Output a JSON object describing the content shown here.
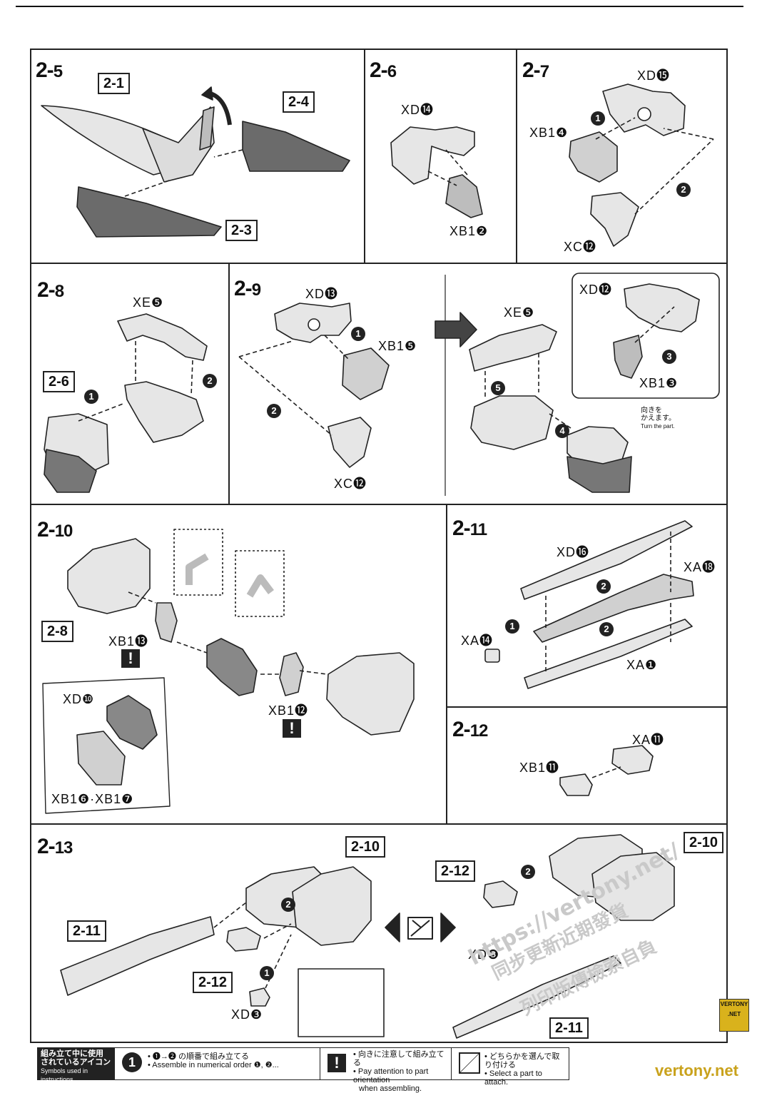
{
  "steps": {
    "s25": {
      "main": "2-",
      "num": "5"
    },
    "s26": {
      "main": "2-",
      "num": "6"
    },
    "s27": {
      "main": "2-",
      "num": "7"
    },
    "s28": {
      "main": "2-",
      "num": "8"
    },
    "s29": {
      "main": "2-",
      "num": "9"
    },
    "s210": {
      "main": "2-",
      "num": "10"
    },
    "s211": {
      "main": "2-",
      "num": "11"
    },
    "s212": {
      "main": "2-",
      "num": "12"
    },
    "s213": {
      "main": "2-",
      "num": "13"
    }
  },
  "refs": {
    "r21": "2-1",
    "r24": "2-4",
    "r23": "2-3",
    "r26": "2-6",
    "r28": "2-8",
    "r210a": "2-10",
    "r210b": "2-10",
    "r211a": "2-11",
    "r211b": "2-11",
    "r212a": "2-12",
    "r212b": "2-12"
  },
  "parts": {
    "p26a": "XD⓮",
    "p26b": "XB1❷",
    "p27a": "XD⓯",
    "p27b": "XB1❹",
    "p27c": "XC⓬",
    "p28a": "XE❺",
    "p29a": "XD⓭",
    "p29b": "XB1❺",
    "p29c": "XC⓬",
    "p29d": "XE❺",
    "p29e": "XD⓬",
    "p29f": "XB1❸",
    "p210a": "XB1⓭",
    "p210b": "XB1⓬",
    "p210c": "XD❿",
    "p210d": "XB1❻·XB1❼",
    "p211a": "XD⓰",
    "p211b": "XA⓲",
    "p211c": "XA⓮",
    "p211d": "XA❶",
    "p212a": "XA⓫",
    "p212b": "XB1⓫",
    "p213a": "XD❸",
    "p213b": "XD❸"
  },
  "nums": {
    "n1": "1",
    "n2": "2",
    "n3": "3",
    "n4": "4",
    "n5": "5"
  },
  "notes": {
    "turn_jp1": "向きを",
    "turn_jp2": "かえます。",
    "turn_en": "Turn the part."
  },
  "legend": {
    "title_jp1": "組み立て中に使用",
    "title_jp2": "されているアイコン",
    "title_en": "Symbols used in instructions",
    "i1_jp": "• ❶→❷ の順番で組み立てる",
    "i1_en": "• Assemble in numerical order ❶, ❷...",
    "i2_jp": "• 向きに注意して組み立てる",
    "i2_en1": "• Pay attention to part orientation",
    "i2_en2": "when assembling.",
    "i3_jp": "• どちらかを選んで取り付ける",
    "i3_en": "• Select a part to attach."
  },
  "watermarks": {
    "url": "https://vertony.net/",
    "cn1": "同步更新近期發貨",
    "cn2": "列印版傳檢索自負",
    "logo1": "VERTONY",
    "logo2": ".NET",
    "footer": "vertony.net"
  },
  "colors": {
    "line": "#222222",
    "part": "#e6e6e6",
    "dark": "#555555",
    "watermark": "#c9c9c9",
    "logo_bg": "#d9b21c"
  }
}
